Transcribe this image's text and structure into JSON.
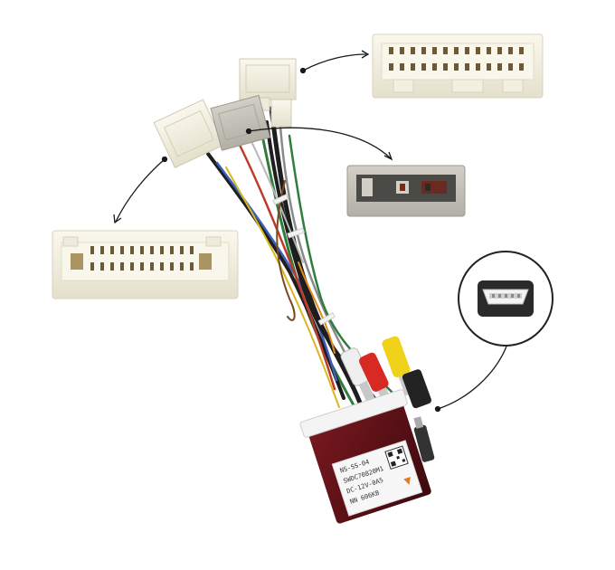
{
  "module": {
    "label_lines": [
      "NS-SS-04",
      "SWDC70820M1",
      "DC-12V-0A5",
      "NN 606KB"
    ]
  },
  "colors": {
    "connector_cream": "#f3f0e2",
    "connector_grey": "#c9c7bd",
    "module_maroon": "#5a1016",
    "rca_red": "#d62a22",
    "rca_yellow": "#f1d21a",
    "rca_white": "#efefef",
    "wire_black": "#1e1e1e",
    "wire_green": "#2f7d3a",
    "wire_blue": "#3c5fb8",
    "arrow": "#1a1a1a"
  }
}
